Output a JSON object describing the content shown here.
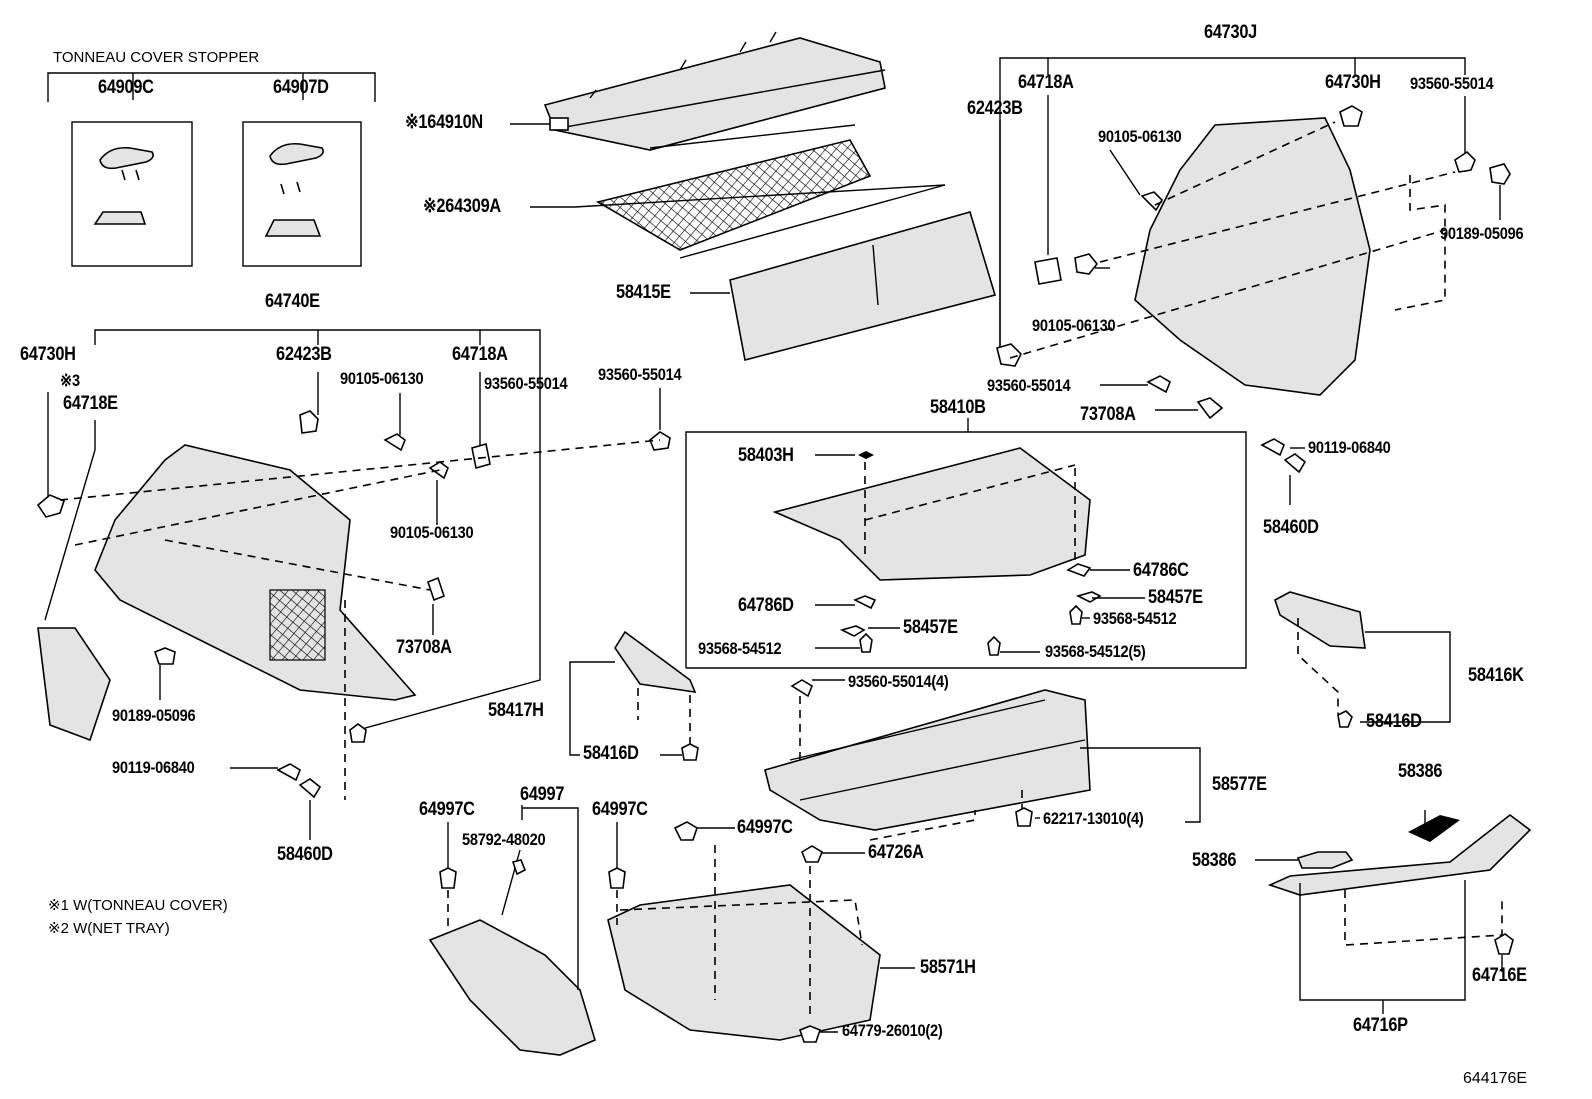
{
  "header": {
    "stopper_title": "TONNEAU COVER STOPPER"
  },
  "labels": {
    "p64909C": "64909C",
    "p64907D": "64907D",
    "p64910N": "※164910N",
    "p64309A": "※264309A",
    "p58415E": "58415E",
    "p64740E": "64740E",
    "p64730H_l": "64730H",
    "note3": "※3",
    "p64718E": "64718E",
    "p62423B_l": "62423B",
    "p90105_l1": "90105-06130",
    "p64718A_l": "64718A",
    "p93560_l1": "93560-55014",
    "p93560_l2": "93560-55014",
    "p90105_l2": "90105-06130",
    "p73708A_l": "73708A",
    "p90189_l": "90189-05096",
    "p90119_l": "90119-06840",
    "p58460D_l": "58460D",
    "p64730J": "64730J",
    "p64718A_r": "64718A",
    "p62423B_r": "62423B",
    "p64730H_r": "64730H",
    "p93560_r1": "93560-55014",
    "p90105_r1": "90105-06130",
    "p90189_r": "90189-05096",
    "p90105_r2": "90105-06130",
    "p93560_r2": "93560-55014",
    "p73708A_r": "73708A",
    "p90119_r": "90119-06840",
    "p58460D_r": "58460D",
    "p58410B": "58410B",
    "p58403H": "58403H",
    "p64786C": "64786C",
    "p64786D": "64786D",
    "p58457E_a": "58457E",
    "p58457E_b": "58457E",
    "p93568_a": "93568-54512",
    "p93568_b": "93568-54512",
    "p93568_c": "93568-54512(5)",
    "p58416K": "58416K",
    "p58416D_r": "58416D",
    "p58417H": "58417H",
    "p58416D_m": "58416D",
    "p93560_m": "93560-55014(4)",
    "p58577E": "58577E",
    "p62217": "62217-13010(4)",
    "p64997C_l": "64997C",
    "p64997": "64997",
    "p58792": "58792-48020",
    "p64997C_m": "64997C",
    "p64997C_r": "64997C",
    "p64726A": "64726A",
    "p58571H": "58571H",
    "p64779": "64779-26010(2)",
    "p58386_t": "58386",
    "p58386_l": "58386",
    "p64716E": "64716E",
    "p64716P": "64716P",
    "ref": "644176E"
  },
  "notes": {
    "n1": "※1 W(TONNEAU COVER)",
    "n2": "※2 W(NET TRAY)"
  }
}
